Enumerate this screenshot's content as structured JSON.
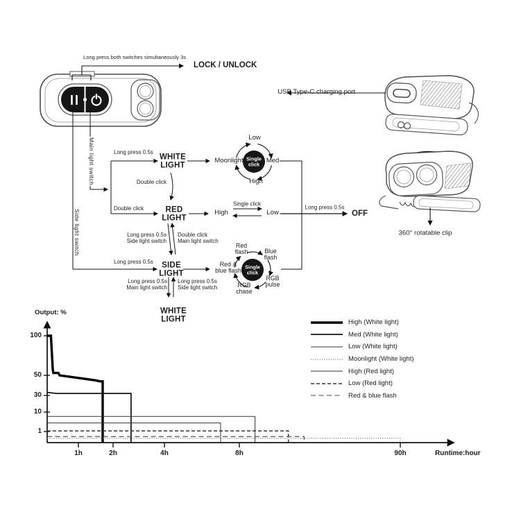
{
  "header": {
    "lock_instruction": "Long press both switches simultaneously 3s",
    "lock_label": "LOCK / UNLOCK",
    "usb_label": "USB Type-C charging port",
    "clip_label": "360° rotatable clip"
  },
  "switches": {
    "main": "Main light switch",
    "side": "Side light switch"
  },
  "flow": {
    "enter_white": "Long press 0.5s",
    "white_name": "WHITE\nLIGHT",
    "white_cycle": {
      "center": "Single\nclick",
      "low": "Low",
      "med": "Med",
      "high": "High",
      "moonlight": "Moonlight"
    },
    "white_to_red": "Double click",
    "enter_red": "Double click",
    "red_name": "RED\nLIGHT",
    "red_cycle": {
      "action": "Single click",
      "high": "High",
      "low": "Low"
    },
    "off_action": "Long press 0.5s",
    "off_label": "OFF",
    "red_to_side": "Long press 0.5s\nSide light switch",
    "side_to_red": "Double click\nMain light switch",
    "enter_side": "Long press 0.5s",
    "side_name": "SIDE\nLIGHT",
    "side_cycle": {
      "center": "Single\nclick",
      "red_blue": "Red &\nblue flash",
      "red_flash": "Red\nflash",
      "blue_flash": "Blue\nflash",
      "rgb_pulse": "RGB\npulse",
      "rgb_chase": "RGB\nchase"
    },
    "side_to_white": "Long press 0.5s\nMain light switch",
    "white_to_side": "Long press 0.5s\nSide light switch",
    "white_bottom": "WHITE\nLIGHT"
  },
  "chart_data": {
    "type": "line",
    "title": "",
    "ylabel": "Output: %",
    "xlabel": "Runtime:hour",
    "y_tick_labels": [
      "100",
      "50",
      "30",
      "10",
      "1"
    ],
    "y_tick_values": [
      100,
      50,
      30,
      10,
      1
    ],
    "x_tick_labels": [
      "1h",
      "2h",
      "4h",
      "8h",
      "90h"
    ],
    "x_tick_values": [
      1,
      2,
      4,
      8,
      90
    ],
    "grid": false,
    "legend_position": "upper right",
    "x_anchors": [
      [
        0,
        68
      ],
      [
        1,
        113
      ],
      [
        2,
        163
      ],
      [
        4,
        237
      ],
      [
        8,
        345
      ],
      [
        90,
        577
      ]
    ],
    "y_anchors": [
      [
        0,
        638
      ],
      [
        1,
        622
      ],
      [
        10,
        594
      ],
      [
        30,
        570
      ],
      [
        50,
        541
      ],
      [
        100,
        484
      ]
    ],
    "series": [
      {
        "name": "High (White light)",
        "style": "thick",
        "points": [
          [
            0,
            100
          ],
          [
            0.12,
            100
          ],
          [
            0.18,
            57
          ],
          [
            0.2,
            53
          ],
          [
            0.36,
            53
          ],
          [
            0.4,
            50
          ],
          [
            1.5,
            45
          ],
          [
            1.62,
            44
          ],
          [
            1.7,
            44
          ],
          [
            1.7,
            0
          ]
        ]
      },
      {
        "name": "Med (White light)",
        "style": "med",
        "points": [
          [
            0,
            33
          ],
          [
            0.3,
            32
          ],
          [
            2.7,
            32
          ],
          [
            2.7,
            0
          ]
        ]
      },
      {
        "name": "Low (White light)",
        "style": "thin",
        "points": [
          [
            0,
            8
          ],
          [
            16,
            8
          ],
          [
            16,
            0
          ]
        ]
      },
      {
        "name": "Moonlight (White light)",
        "style": "dotted",
        "points": [
          [
            0,
            0.4
          ],
          [
            90,
            0.4
          ],
          [
            90,
            0
          ]
        ]
      },
      {
        "name": "High (Red light)",
        "style": "thin",
        "points": [
          [
            0,
            5
          ],
          [
            7,
            5
          ],
          [
            7,
            0
          ]
        ]
      },
      {
        "name": "Low (Red light)",
        "style": "dash",
        "points": [
          [
            0,
            1.3
          ],
          [
            33,
            1.3
          ],
          [
            33,
            0
          ]
        ]
      },
      {
        "name": "Red & blue flash",
        "style": "longdash",
        "points": [
          [
            0,
            0.55
          ],
          [
            41,
            0.55
          ],
          [
            41,
            0
          ]
        ]
      }
    ]
  }
}
